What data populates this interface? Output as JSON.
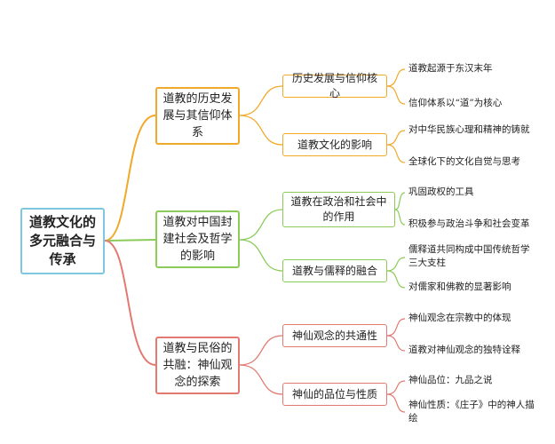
{
  "colors": {
    "root_border": "#7fc6e0",
    "branch_1": "#f0a92a",
    "branch_2": "#8ccb5a",
    "branch_3": "#e27a72"
  },
  "root": {
    "label": "道教文化的多元融合与传承"
  },
  "branches": [
    {
      "label": "道教的历史发展与其信仰体系",
      "topics": [
        {
          "label": "历史发展与信仰核心",
          "leaves": [
            "道教起源于东汉末年",
            "信仰体系以“道”为核心"
          ]
        },
        {
          "label": "道教文化的影响",
          "leaves": [
            "对中华民族心理和精神的铸就",
            "全球化下的文化自觉与思考"
          ]
        }
      ]
    },
    {
      "label": "道教对中国封建社会及哲学的影响",
      "topics": [
        {
          "label": "道教在政治和社会中的作用",
          "leaves": [
            "巩固政权的工具",
            "积极参与政治斗争和社会变革"
          ]
        },
        {
          "label": "道教与儒释的融合",
          "leaves": [
            "儒释道共同构成中国传统哲学三大支柱",
            "对儒家和佛教的显著影响"
          ]
        }
      ]
    },
    {
      "label": "道教与民俗的共融：神仙观念的探索",
      "topics": [
        {
          "label": "神仙观念的共通性",
          "leaves": [
            "神仙观念在宗教中的体现",
            "道教对神仙观念的独特诠释"
          ]
        },
        {
          "label": "神仙的品位与性质",
          "leaves": [
            "神仙品位：九品之说",
            "神仙性质：《庄子》中的神人描绘"
          ]
        }
      ]
    }
  ]
}
